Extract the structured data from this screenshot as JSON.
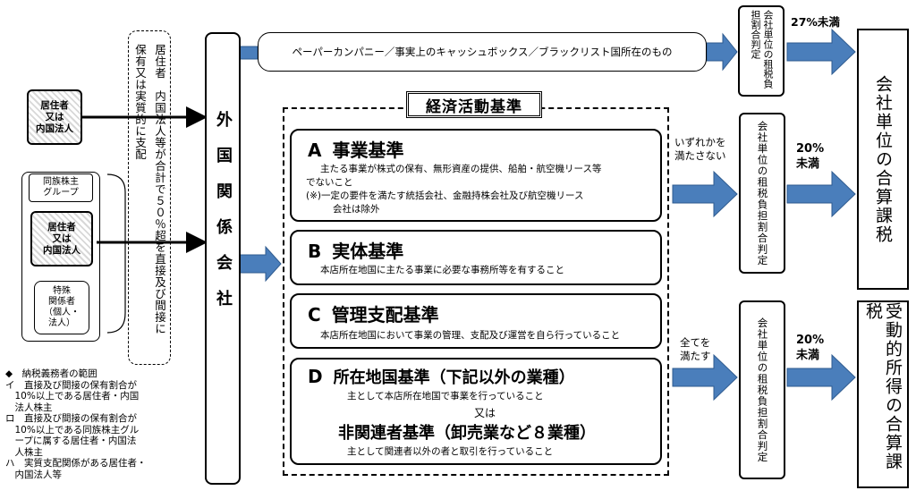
{
  "left": {
    "resident_box1": "居住者\n又は\n内国法人",
    "group_label": "同族株主\nグループ",
    "resident_box2": "居住者\n又は\n内国法人",
    "special_box": "特殊\n関係者\n（個人・\n法人）",
    "dashed_col1": "居住者　内国法人等が合計で５０％超を直接及び間接に",
    "dashed_col2": "保有又は実質的に支配",
    "cfc_label": "外国関係会社"
  },
  "notes": {
    "head": "◆　納税義務者の範囲",
    "i": "イ　直接及び間接の保有割合が\n　10%以上である居住者・内国\n　法人株主",
    "ro": "ロ　直接及び間接の保有割合が\n　10%以上である同族株主グル\n　ープに属する居住者・内国法\n　人株主",
    "ha": "ハ　実質支配関係がある居住者・\n　内国法人等"
  },
  "top": {
    "paper": "ペーパーカンパニー／事実上のキャッシュボックス／ブラックリスト国所在のもの",
    "judge": "会社単位の租税負担割合判定",
    "rate": "27%未満"
  },
  "econ": {
    "title": "経済活動基準",
    "A_letter": "A",
    "A_title": "事業基準",
    "A_desc1": "主たる事業が株式の保有、無形資産の提供、船舶・航空機リース等",
    "A_desc2": "でないこと",
    "A_desc3": "(※)一定の要件を満たす統括会社、金融持株会社及び航空機リース",
    "A_desc4": "会社は除外",
    "B_letter": "B",
    "B_title": "実体基準",
    "B_desc": "本店所在地国に主たる事業に必要な事務所等を有すること",
    "C_letter": "C",
    "C_title": "管理支配基準",
    "C_desc": "本店所在地国において事業の管理、支配及び運営を自ら行っていること",
    "D_letter": "D",
    "D_title1": "所在地国基準（下記以外の業種）",
    "D_desc1": "主として本店所在地国で事業を行っていること",
    "D_or": "又は",
    "D_title2": "非関連者基準（卸売業など８業種）",
    "D_desc2": "主として関連者以外の者と取引を行っていること"
  },
  "mid": {
    "cond_fail": "いずれかを\n満たさない",
    "judge": "会社単位の租税負担割合判定",
    "rate": "20%\n未満",
    "result": "会社単位の合算課税"
  },
  "bottom": {
    "cond_all": "全てを\n満たす",
    "judge": "会社単位の租税負担割合判定",
    "rate": "20%\n未満",
    "result": "受動的所得の合算課税"
  },
  "colors": {
    "arrow_fill": "#4a7ebb",
    "arrow_stroke": "#2f5b8f"
  }
}
